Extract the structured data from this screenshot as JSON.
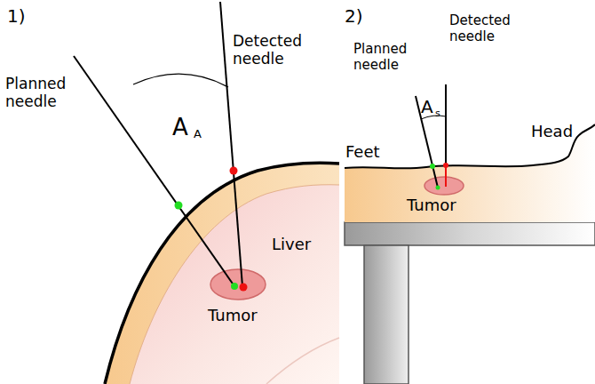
{
  "diagram": {
    "labels": [
      "1)",
      "Planned needle",
      "Detected needle",
      "A",
      "A",
      "Liver",
      "Tumor",
      "2)",
      "Planned needle",
      "Detected needle",
      "A",
      "s",
      "Feet",
      "Head",
      "Tumor"
    ]
  }
}
